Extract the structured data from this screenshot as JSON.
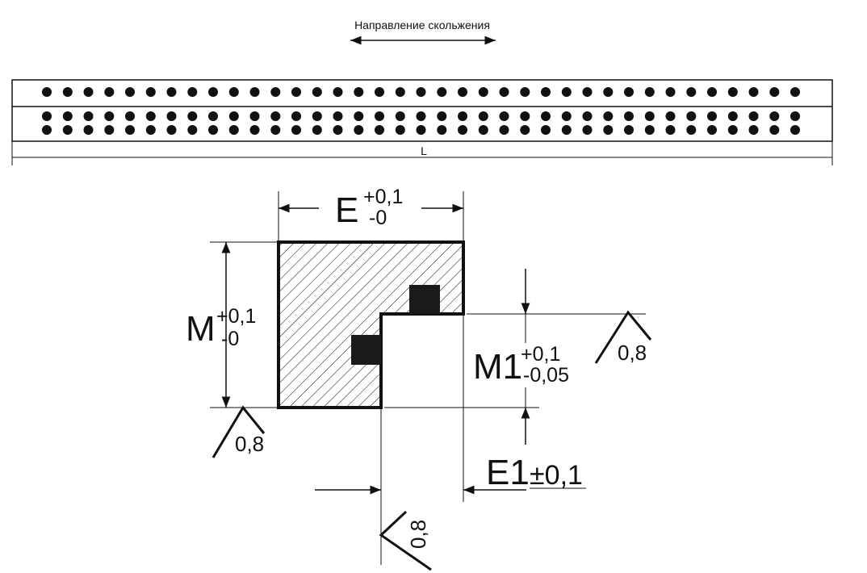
{
  "diagram": {
    "direction_label": "Направление скольжения",
    "strip_length_label": "L",
    "strip": {
      "top_row_holes": 37,
      "bottom_rows_holes": 37,
      "bottom_row_count": 2
    },
    "width_dim": {
      "main": "E",
      "tol_upper": "+0,1",
      "tol_lower": "-0"
    },
    "height_dim": {
      "main": "M",
      "tol_upper": "+0,1",
      "tol_lower": "-0"
    },
    "step_height_dim": {
      "main": "M1",
      "tol_upper": "+0,1",
      "tol_lower": "-0,05"
    },
    "step_width_dim": {
      "main": "E1",
      "tol": "±0,1"
    },
    "roughness": [
      {
        "id": "right",
        "value": "0,8"
      },
      {
        "id": "bottom-left",
        "value": "0,8"
      },
      {
        "id": "bottom",
        "value": "0,8"
      }
    ],
    "colors": {
      "ink": "#111111",
      "fill": "#1a1a1a",
      "background": "#ffffff"
    }
  }
}
